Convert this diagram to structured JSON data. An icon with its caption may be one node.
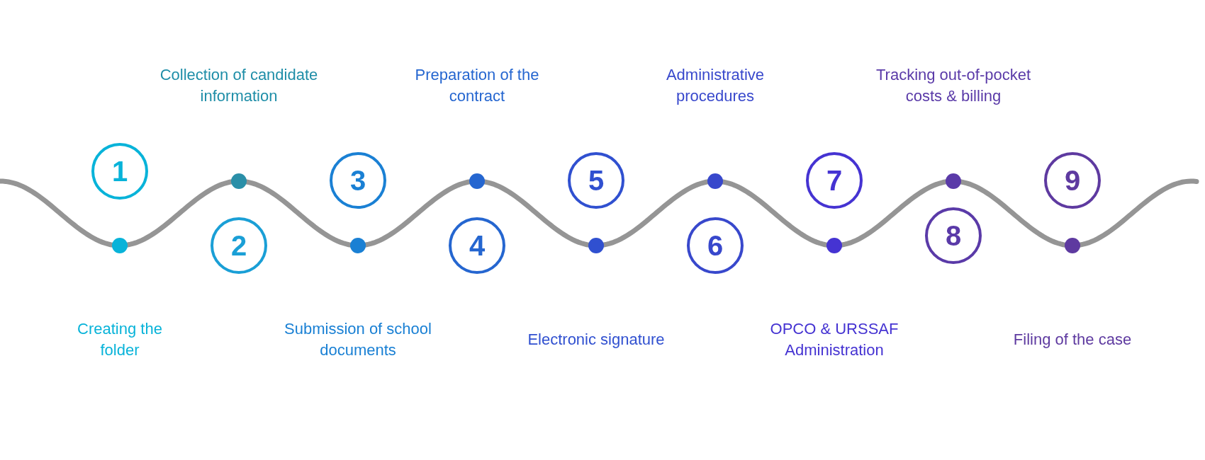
{
  "diagram": {
    "nodes": [
      {
        "text": [
          "1"
        ]
      },
      {
        "text": [
          "2"
        ]
      },
      {
        "text": [
          "3"
        ]
      },
      {
        "text": [
          "4"
        ]
      },
      {
        "text": [
          "5"
        ]
      },
      {
        "text": [
          "6"
        ]
      },
      {
        "text": [
          "7"
        ]
      },
      {
        "text": [
          "8"
        ]
      },
      {
        "text": [
          "9"
        ]
      }
    ],
    "edges": [],
    "labels": [
      "Creating the folder",
      "Collection of candidate information",
      "Submission of school documents",
      "Preparation of the contract",
      "Electronic signature",
      "Administrative procedures",
      "OPCO & URSSAF Administration",
      "Tracking out-of-pocket costs & billing",
      "Filing of the case"
    ]
  }
}
